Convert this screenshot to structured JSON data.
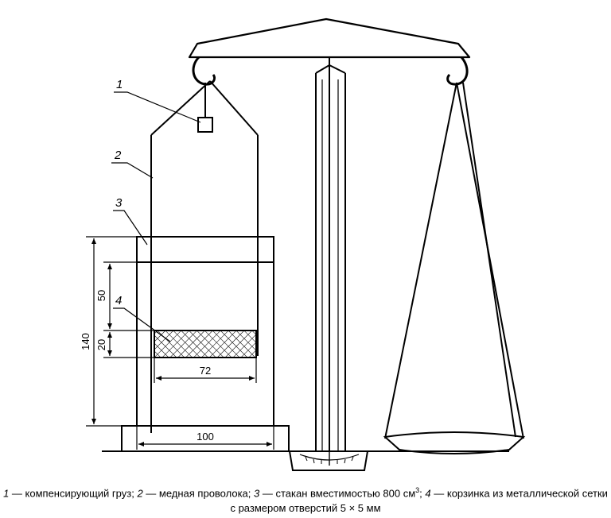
{
  "callouts": {
    "c1": "1",
    "c2": "2",
    "c3": "3",
    "c4": "4"
  },
  "dimensions": {
    "d140": "140",
    "d50": "50",
    "d20": "20",
    "d72": "72",
    "d100": "100"
  },
  "caption": {
    "n1": "1",
    "t1": " — компенсирующий груз; ",
    "n2": "2",
    "t2": " — медная проволока; ",
    "n3": "3",
    "t3": " — стакан вместимостью 800 см",
    "sup3": "3",
    "t3b": "; ",
    "n4": "4",
    "t4": " — корзинка из металлической сетки",
    "line2": "с размером отверстий 5 × 5 мм"
  }
}
